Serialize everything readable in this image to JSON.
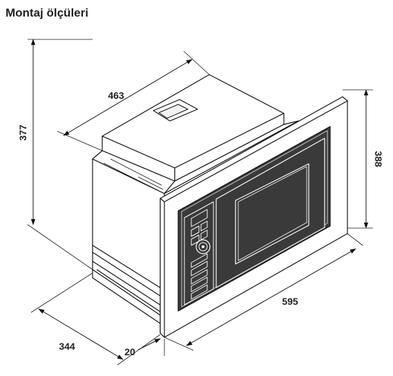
{
  "title": "Montaj ölçüleri",
  "dimensions": {
    "height": "377",
    "depth": "463",
    "front_height": "388",
    "front_width": "595",
    "side_depth": "344",
    "frame_offset": "20"
  }
}
